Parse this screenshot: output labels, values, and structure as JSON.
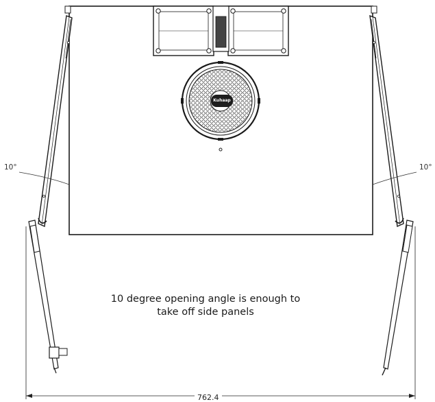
{
  "annotation": {
    "line1": "10 degree opening angle is enough to",
    "line2": "take off side panels"
  },
  "angles": {
    "left": "10°",
    "right": "10°"
  },
  "dimension": {
    "width_value": "762.4"
  },
  "fan": {
    "brand_label": "Kuhaap"
  },
  "colors": {
    "line": "#1a1a1a",
    "background": "#ffffff"
  }
}
